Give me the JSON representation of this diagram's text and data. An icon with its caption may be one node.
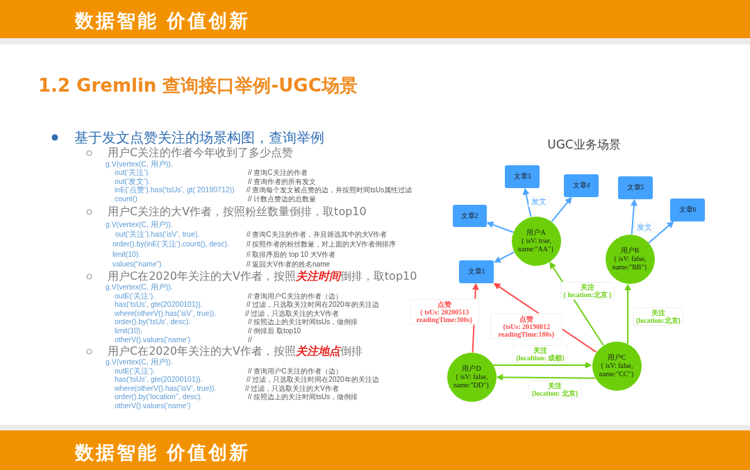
{
  "diagram": {
    "title": "1.2 Gremlin 查询接口举例-UGC场景",
    "nodes": [
      {
        "text": [
          "文章3"
        ]
      },
      {
        "text": [
          "文章4"
        ]
      },
      {
        "text": [
          "文章5"
        ]
      },
      {
        "text": [
          "文章6"
        ]
      },
      {
        "text": [
          "文章2"
        ]
      },
      {
        "text": [
          "用户A",
          "{ isV: true, name:\"AA\"}"
        ]
      },
      {
        "text": [
          "用户B",
          "{ isV: false, name:\"BB\"}"
        ]
      },
      {
        "text": [
          "文章1"
        ]
      },
      {
        "text": [
          "用户C",
          "{ isV: false, name:\"CC\"}"
        ]
      },
      {
        "text": [
          "用户D",
          "{ isV: false, name:\"DD\"}"
        ]
      }
    ],
    "edges": [
      {
        "from": 5,
        "to": 0,
        "arrow": "to",
        "label": "发文"
      },
      {
        "from": 5,
        "to": 1,
        "arrow": "to"
      },
      {
        "from": 5,
        "to": 4,
        "arrow": "to"
      },
      {
        "from": 5,
        "to": 7,
        "arrow": "to"
      },
      {
        "from": 6,
        "to": 2,
        "arrow": "to",
        "label": "发文"
      },
      {
        "from": 6,
        "to": 3,
        "arrow": "to"
      },
      {
        "from": 9,
        "to": 7,
        "arrow": "to",
        "label": "点赞 { tsUs: 20200513 readingTime:300s}",
        "color": "#ff4d4d"
      },
      {
        "from": 8,
        "to": 7,
        "arrow": "to",
        "label": "点赞 {tsUs: 20190812 readingTime:180s}",
        "color": "#ff4d4d"
      },
      {
        "from": 8,
        "to": 5,
        "arrow": "to",
        "label": "关注 { location:北京 }",
        "color": "#6ccf14"
      },
      {
        "from": 8,
        "to": 6,
        "arrow": "to",
        "label": "关注 {location:北京}",
        "color": "#6ccf14"
      },
      {
        "from": 9,
        "to": 8,
        "arrow": "to",
        "label": "关注 {localtion: 成都}",
        "color": "#6ccf14"
      },
      {
        "from": 8,
        "to": 9,
        "arrow": "to",
        "label": "关注 {location: 北京}",
        "color": "#6ccf14"
      }
    ],
    "labels": [
      "数据智能 价值创新",
      "基于发文点赞关注的场景构图，查询举例",
      "用户C关注的作者今年收到了多少点赞",
      "g.V(vertex(C, 用户)).",
      "out(‘关注’).",
      "// 查询C关注的作者",
      "out(‘发文’).",
      "// 查询作者的所有发文",
      "inE(‘点赞’).has(‘tsUs’, gt( 20190712))",
      "// 查询每个发文被点赞的边，并按照时间tsUs属性过滤",
      "count()",
      "// 计数点赞边的总数量",
      "用户C关注的大V作者，按照粉丝数量倒排，取top10",
      "g.V(vertex(C, 用户)).",
      "out(‘关注’).has(‘isV’, true).",
      "// 查询C关注的作者，并且筛选其中的大V作者",
      "order().by(inE(‘关注’).count(), desc).",
      "// 按照作者的粉丝数量，对上面的大V作者倒排序",
      "limit(10).",
      "// 取排序后的 top 10 大V作者",
      "values(“name”)",
      "// 返回大V作者的姓名name",
      "用户C在2020年关注的大V作者，按照**关注时间**倒排，取top10",
      "g.V(vertex(C, 用户)).",
      "outE(‘关注’).",
      "// 查询用户C关注的作者（边）",
      "has(‘tsUs’, gte(20200101)).",
      "// 过滤，只选取关注时间在2020年的关注边",
      "where(otherV().has(‘isV’, true)).",
      "// 过滤，只选取关注的大V作者",
      "order().by(‘tsUs’, desc).",
      "// 按照边上的关注时间tsUs，做倒排",
      "limit(10).",
      "// 倒排后 取top10",
      "otherV().values(‘name’)",
      "//",
      "用户C在2020年关注的大V作者，按照**关注地点**倒排",
      "g.V(vertex(C, 用户)).",
      "outE(‘关注’).",
      "// 查询用户C关注的作者（边）",
      "has(‘tsUs’, gte(20200101)).",
      "// 过滤，只选取关注时间在2020年的关注边",
      "where(otherV().has(‘isV’, true)).",
      "// 过滤，只选取关注的大V作者",
      "order().by(‘location’’, desc).",
      "// 按照边上的关注时间tsUs，做倒排",
      "otherV().values(‘name’)",
      "UGC业务场景",
      "数据智能 价值创新"
    ]
  }
}
